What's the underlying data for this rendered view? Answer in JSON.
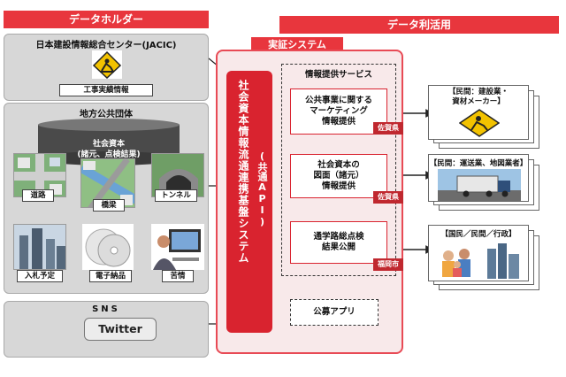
{
  "headers": {
    "data_holder": "データホルダー",
    "data_usage": "データ利活用",
    "system": "実証システム"
  },
  "jacic": {
    "title": "日本建設情報総合センター(JACIC)",
    "item": "工事実績情報"
  },
  "local_gov": {
    "title": "地方公共団体",
    "cylinder_line1": "社会資本",
    "cylinder_line2": "(諸元、点検結果)",
    "items": [
      "道路",
      "橋梁",
      "トンネル",
      "入札予定",
      "電子納品",
      "苦情"
    ]
  },
  "sns": {
    "title": "SNS",
    "item": "Twitter"
  },
  "api": {
    "main": "社会資本情報流通連携基盤システム",
    "sub": "(共通API)"
  },
  "service": {
    "title": "情報提供サービス",
    "items": [
      {
        "text": "公共事業に関する\nマーケティング\n情報提供",
        "tag": "佐賀県"
      },
      {
        "text": "社会資本の\n図面（諸元）\n情報提供",
        "tag": "佐賀県"
      },
      {
        "text": "通学路総点検\n結果公開",
        "tag": "福岡市"
      }
    ],
    "app": "公募アプリ"
  },
  "users": [
    "【民間：建設業・\n資材メーカー】",
    "【民間：運送業、地図業者】",
    "【国民／民間／行政】"
  ],
  "colors": {
    "accent": "#e8363d",
    "dark_red": "#c0282f",
    "panel_gray": "#d7d7d7"
  }
}
